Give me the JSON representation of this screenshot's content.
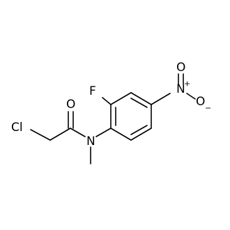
{
  "molecule": {
    "atoms": {
      "cl": "Cl",
      "o_carbonyl": "O",
      "n_amide": "N",
      "f": "F",
      "n_nitro": "N",
      "nitro_charge_pos": "+",
      "o_nitro_top": "O",
      "o_nitro_right": "O",
      "nitro_charge_neg": "−"
    }
  }
}
